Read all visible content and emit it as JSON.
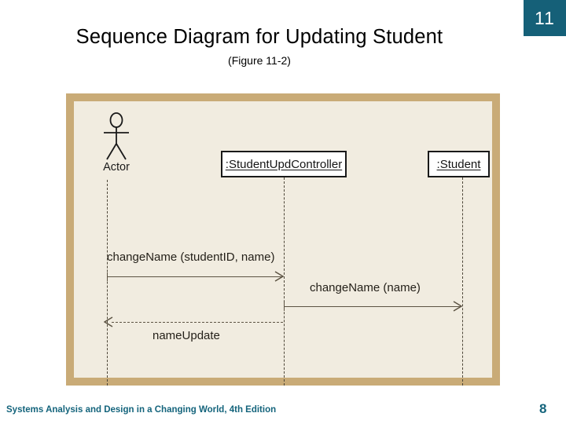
{
  "slide": {
    "badge_number": "11",
    "title": "Sequence Diagram for Updating Student",
    "subtitle": "(Figure 11-2)",
    "accent_color": "#156078",
    "frame_border_color": "#c9ab77",
    "frame_fill_color": "#f1ece0"
  },
  "diagram": {
    "type": "uml-sequence-diagram",
    "actor": {
      "label": "Actor"
    },
    "objects": [
      {
        "label": ":StudentUpdController"
      },
      {
        "label": ":Student"
      }
    ],
    "messages": [
      {
        "label": "changeName (studentID, name)",
        "from": "Actor",
        "to": ":StudentUpdController",
        "style": "solid",
        "direction": "right"
      },
      {
        "label": "changeName (name)",
        "from": ":StudentUpdController",
        "to": ":Student",
        "style": "solid",
        "direction": "right"
      },
      {
        "label": "nameUpdate",
        "from": ":StudentUpdController",
        "to": "Actor",
        "style": "dashed",
        "direction": "left"
      }
    ]
  },
  "footer": {
    "book_title": "Systems Analysis and Design in a Changing World, 4th Edition",
    "page_number": "8",
    "color": "#14647c"
  }
}
